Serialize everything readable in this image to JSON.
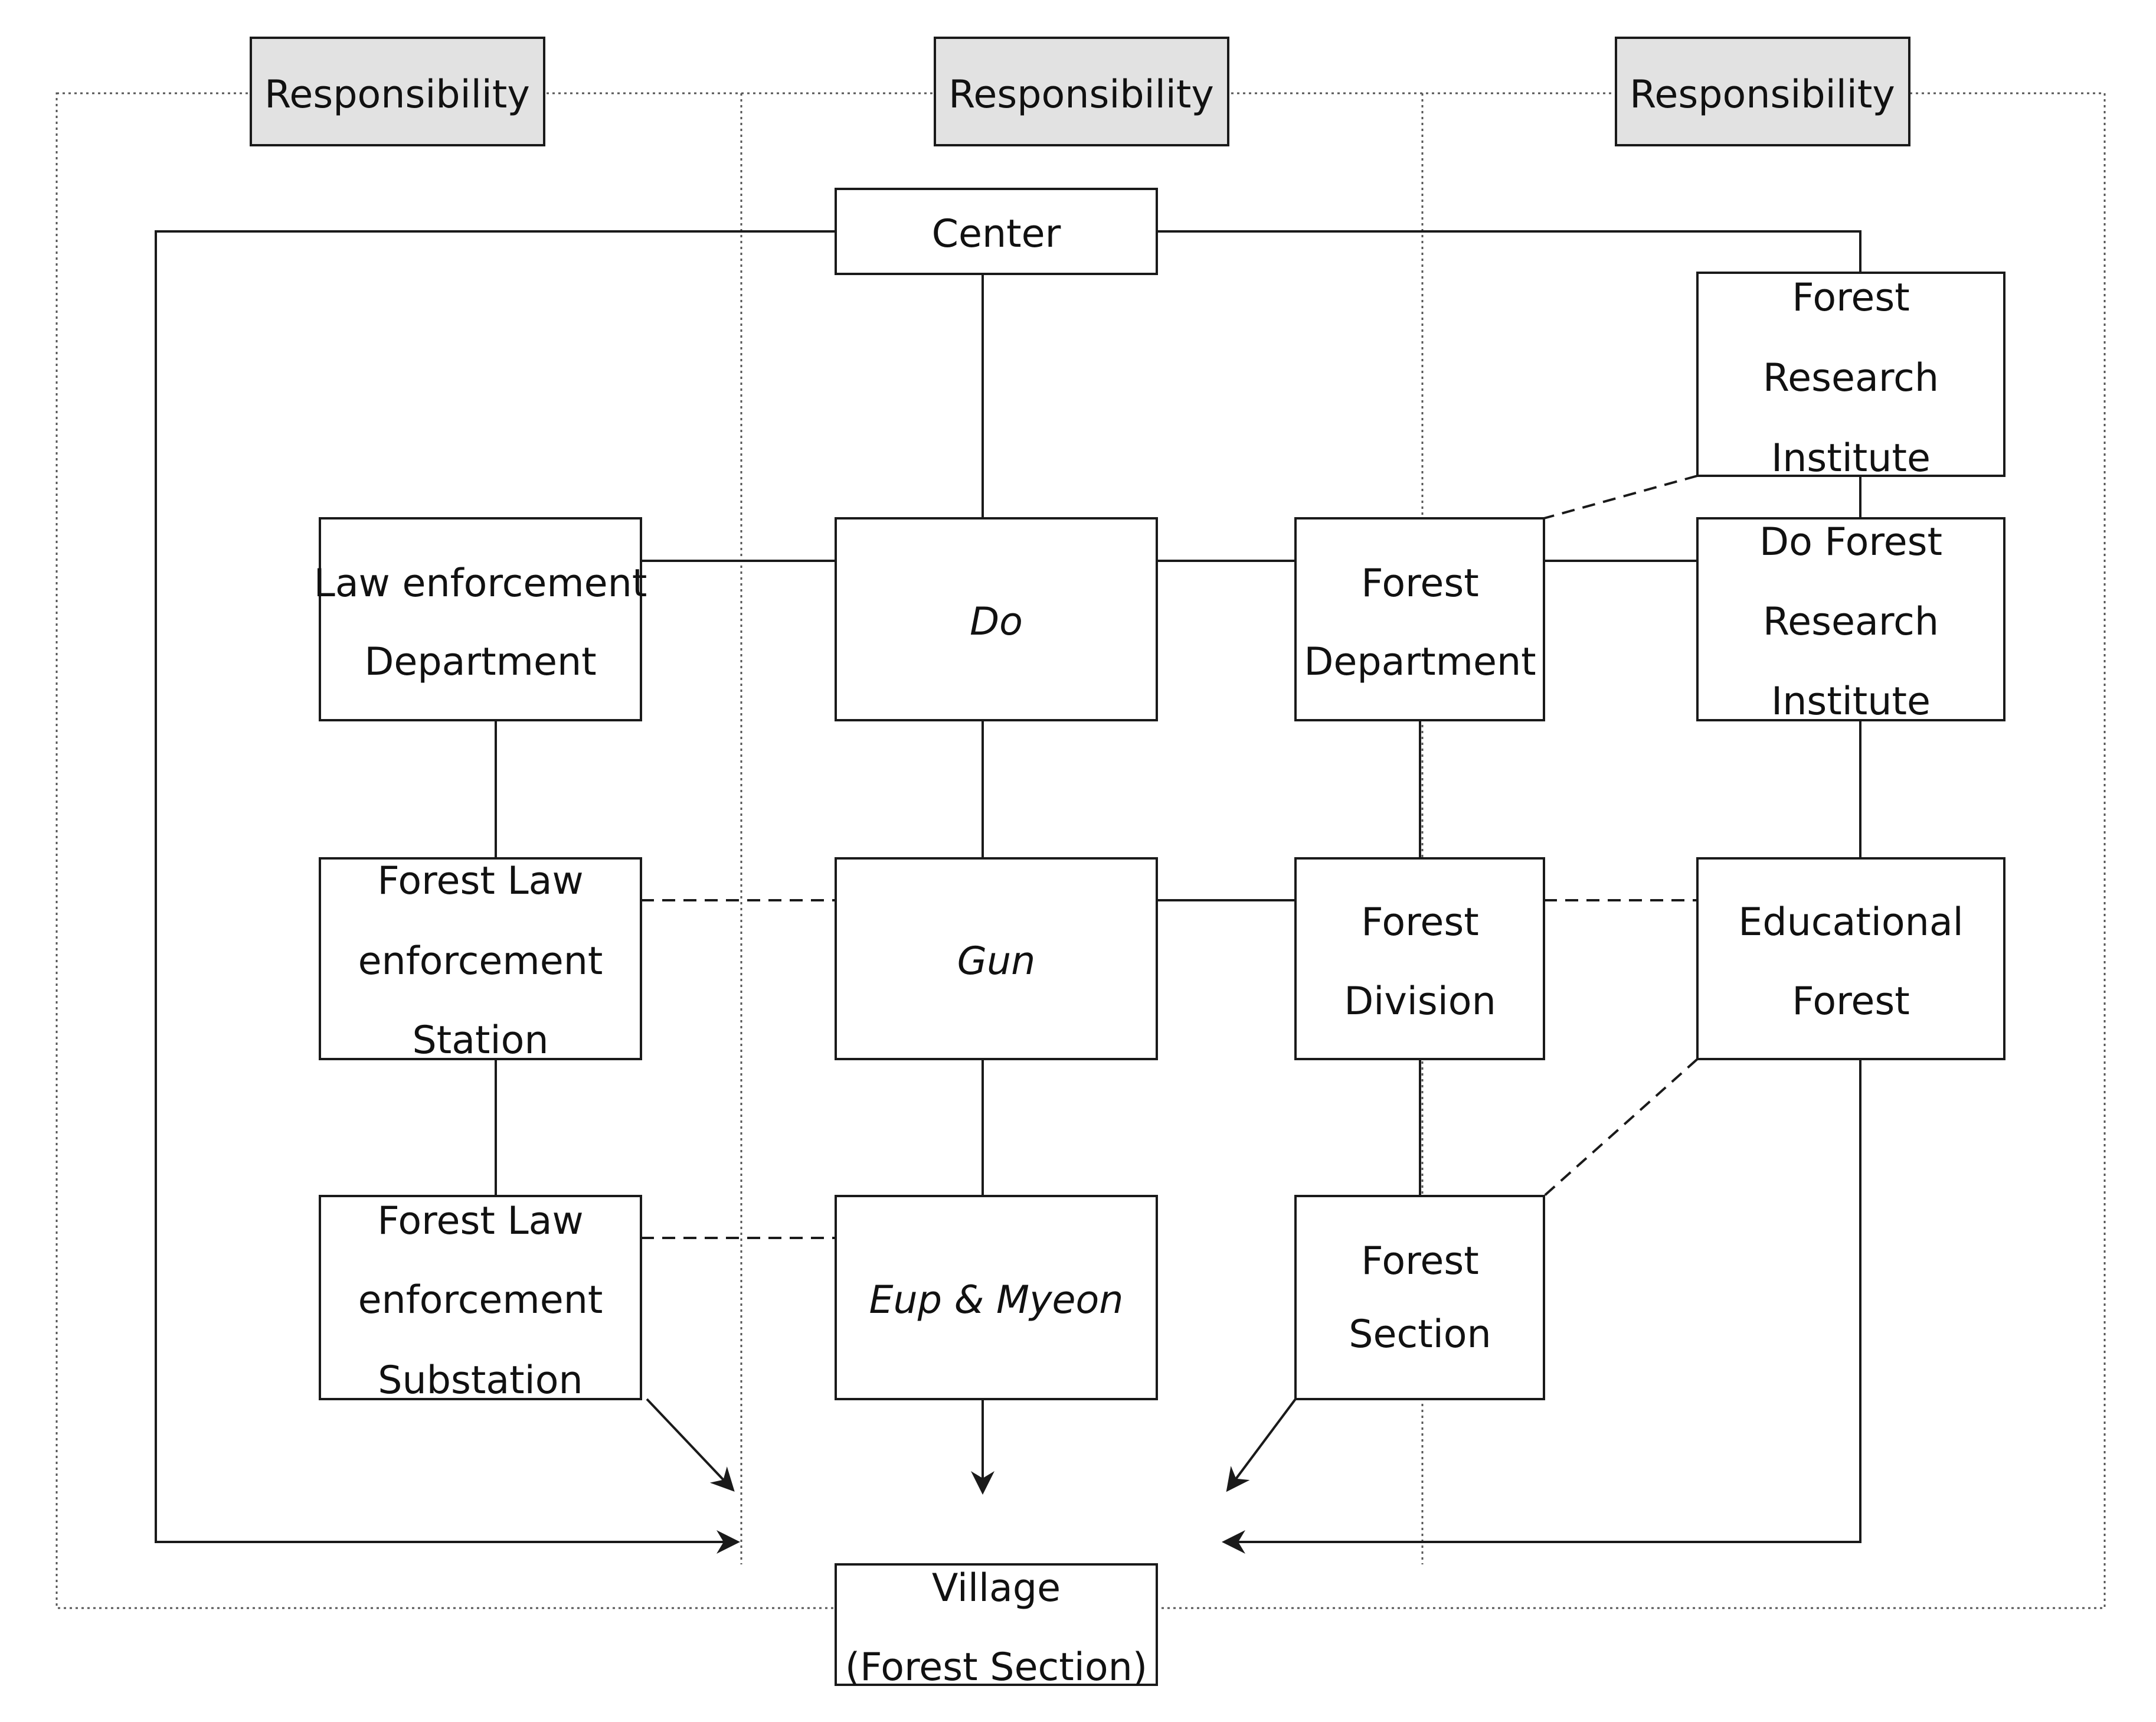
{
  "responsibility_headers": [
    "Responsibility",
    "Responsibility",
    "Responsibility"
  ],
  "nodes": {
    "center": {
      "lines": [
        "Center"
      ]
    },
    "forest_research_institute": {
      "lines": [
        "Forest",
        "Research",
        "Institute"
      ]
    },
    "law_enforcement_department": {
      "lines": [
        "Law  enforcement",
        "Department"
      ]
    },
    "do": {
      "lines": [
        "Do"
      ]
    },
    "forest_department": {
      "lines": [
        "Forest",
        "Department"
      ]
    },
    "do_forest_research_institute": {
      "lines": [
        "Do  Forest",
        "Research",
        "Institute"
      ]
    },
    "forest_law_enforcement_station": {
      "lines": [
        "Forest  Law",
        "enforcement",
        "Station"
      ]
    },
    "gun": {
      "lines": [
        "Gun"
      ]
    },
    "forest_division": {
      "lines": [
        "Forest",
        "Division"
      ]
    },
    "educational_forest": {
      "lines": [
        "Educational",
        "Forest"
      ]
    },
    "forest_law_enforcement_substation": {
      "lines": [
        "Forest  Law",
        "enforcement",
        "Substation"
      ]
    },
    "eup_myeon": {
      "lines": [
        "Eup  &  Myeon"
      ]
    },
    "forest_section": {
      "lines": [
        "Forest",
        "Section"
      ]
    },
    "village": {
      "lines": [
        "Village",
        "(Forest  Section)"
      ]
    }
  },
  "edges": [
    {
      "from": "center",
      "to": "do",
      "style": "solid"
    },
    {
      "from": "center",
      "to": "forest_research_institute",
      "style": "solid"
    },
    {
      "from": "center",
      "to": "village",
      "style": "solid-arrow",
      "route": "left-loop"
    },
    {
      "from": "law_enforcement_department",
      "to": "do",
      "style": "solid"
    },
    {
      "from": "do",
      "to": "forest_department",
      "style": "solid"
    },
    {
      "from": "forest_department",
      "to": "do_forest_research_institute",
      "style": "solid"
    },
    {
      "from": "forest_research_institute",
      "to": "do_forest_research_institute",
      "style": "solid"
    },
    {
      "from": "forest_research_institute",
      "to": "forest_department",
      "style": "dashed"
    },
    {
      "from": "law_enforcement_department",
      "to": "forest_law_enforcement_station",
      "style": "solid"
    },
    {
      "from": "do",
      "to": "gun",
      "style": "solid"
    },
    {
      "from": "forest_department",
      "to": "forest_division",
      "style": "solid"
    },
    {
      "from": "do_forest_research_institute",
      "to": "educational_forest",
      "style": "solid"
    },
    {
      "from": "forest_law_enforcement_station",
      "to": "gun",
      "style": "dashed"
    },
    {
      "from": "gun",
      "to": "forest_division",
      "style": "solid"
    },
    {
      "from": "forest_division",
      "to": "educational_forest",
      "style": "dashed"
    },
    {
      "from": "forest_law_enforcement_station",
      "to": "forest_law_enforcement_substation",
      "style": "solid"
    },
    {
      "from": "gun",
      "to": "eup_myeon",
      "style": "solid"
    },
    {
      "from": "forest_division",
      "to": "forest_section",
      "style": "solid"
    },
    {
      "from": "forest_law_enforcement_substation",
      "to": "eup_myeon",
      "style": "dashed"
    },
    {
      "from": "educational_forest",
      "to": "forest_section",
      "style": "dashed"
    },
    {
      "from": "forest_law_enforcement_substation",
      "to": "village",
      "style": "solid-arrow"
    },
    {
      "from": "eup_myeon",
      "to": "village",
      "style": "solid-arrow"
    },
    {
      "from": "forest_section",
      "to": "village",
      "style": "solid-arrow"
    },
    {
      "from": "educational_forest",
      "to": "village",
      "style": "solid-arrow",
      "route": "right-loop"
    }
  ]
}
